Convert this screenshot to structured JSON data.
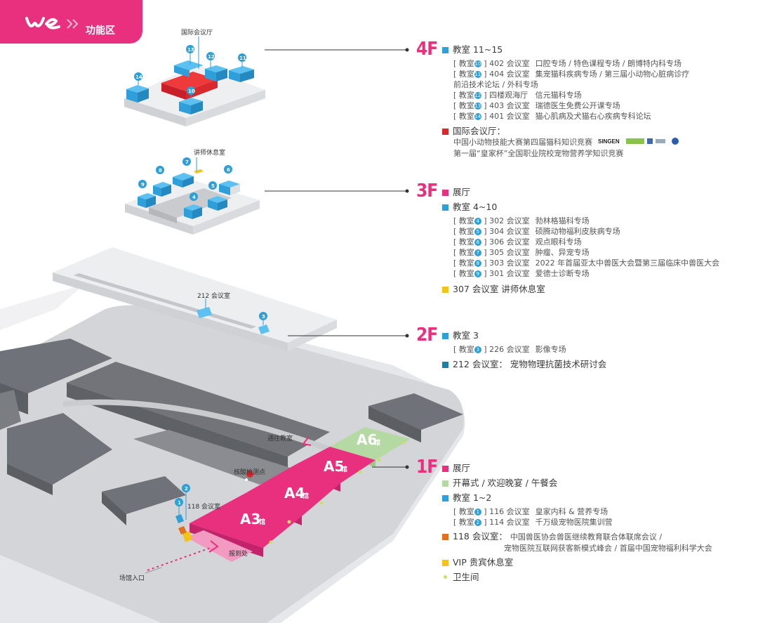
{
  "header": {
    "section_title": "功能区"
  },
  "colors": {
    "magenta": "#e8307e",
    "blue": "#2e9fd8",
    "red": "#d9282e",
    "green": "#b4d9a3",
    "orange": "#e07020",
    "yellow": "#f0c419",
    "teal": "#1f7fa0"
  },
  "icons": [
    "we-logo-icon",
    "double-chevron-icon",
    "location-pin-icon",
    "entrance-arrow-icon"
  ],
  "floors": {
    "f4": "4F",
    "f3": "3F",
    "f2": "2F",
    "f1": "1F"
  },
  "map_labels": {
    "intl_hall": "国际会议厅",
    "speaker_lounge": "讲师休息室",
    "room_212": "212 会议室",
    "to_classroom": "通往教室",
    "test_point": "核酸检测点",
    "room_118": "118 会议室",
    "register": "报到处",
    "entrance": "场馆入口",
    "hall_a3": "A3",
    "hall_a4": "A4",
    "hall_a5": "A5",
    "hall_a6": "A6",
    "hall_suffix": "馆",
    "pins": [
      "1",
      "2",
      "3",
      "4",
      "5",
      "6",
      "7",
      "8",
      "9",
      "10",
      "11",
      "12",
      "13",
      "14"
    ]
  },
  "legend": {
    "f4": {
      "title": "教室 11~15",
      "rooms": [
        {
          "badge": "10",
          "name": "402 会议室",
          "desc": "口腔专场 / 特色课程专场 / 朗博特内科专场"
        },
        {
          "badge": "11",
          "name": "404 会议室",
          "desc": "集宠猫科疾病专场 / 第三届小动物心脏病诊疗",
          "desc2": "前沿技术论坛 / 外科专场"
        },
        {
          "badge": "12",
          "name": "四楼观海厅",
          "desc": "信元猫科专场"
        },
        {
          "badge": "13",
          "name": "403 会议室",
          "desc": "瑞德医生免费公开课专场"
        },
        {
          "badge": "14",
          "name": "401 会议室",
          "desc": "猫心肌病及犬猫右心疾病专科论坛"
        }
      ],
      "intl_title": "国际会议厅：",
      "intl_line1": "中国小动物技能大赛第四届猫科知识竞赛",
      "intl_line2": "第一届“皇家杯”全国职业院校宠物营养学知识竞赛",
      "sponsors": [
        "SINGEN"
      ]
    },
    "f3": {
      "hall": "展厅",
      "title": "教室 4~10",
      "rooms": [
        {
          "badge": "4",
          "name": "302 会议室",
          "desc": "勃林格猫科专场"
        },
        {
          "badge": "5",
          "name": "304 会议室",
          "desc": "硕腾动物福利皮肤病专场"
        },
        {
          "badge": "6",
          "name": "306 会议室",
          "desc": "观点眼科专场"
        },
        {
          "badge": "7",
          "name": "305 会议室",
          "desc": "肿瘤、异宠专场"
        },
        {
          "badge": "8",
          "name": "303 会议室",
          "desc": "2022 年首届亚太中兽医大会暨第三届临床中兽医大会"
        },
        {
          "badge": "9",
          "name": "301 会议室",
          "desc": "爱德士诊断专场"
        }
      ],
      "lounge": "307 会议室   讲师休息室"
    },
    "f2": {
      "title": "教室 3",
      "rooms": [
        {
          "badge": "3",
          "name": "226 会议室",
          "desc": "影像专场"
        }
      ],
      "room212": "212 会议室：  宠物物理抗菌技术研讨会"
    },
    "f1": {
      "hall": "展厅",
      "ceremony": "开幕式 / 欢迎晚宴 / 午餐会",
      "title": "教室 1~2",
      "rooms": [
        {
          "badge": "1",
          "name": "116 会议室",
          "desc": "皇家内科 & 营养专场"
        },
        {
          "badge": "2",
          "name": "114 会议室",
          "desc": "千万级宠物医院集训营"
        }
      ],
      "room118_title": "118 会议室：",
      "room118_line1": "中国兽医协会兽医继续教育联合体联席会议 /",
      "room118_line2": "宠物医院互联网获客新模式峰会 / 首届中国宠物福利科学大会",
      "vip": "VIP 贵宾休息室",
      "wc": "卫生间"
    }
  },
  "room_prefix": "教室"
}
